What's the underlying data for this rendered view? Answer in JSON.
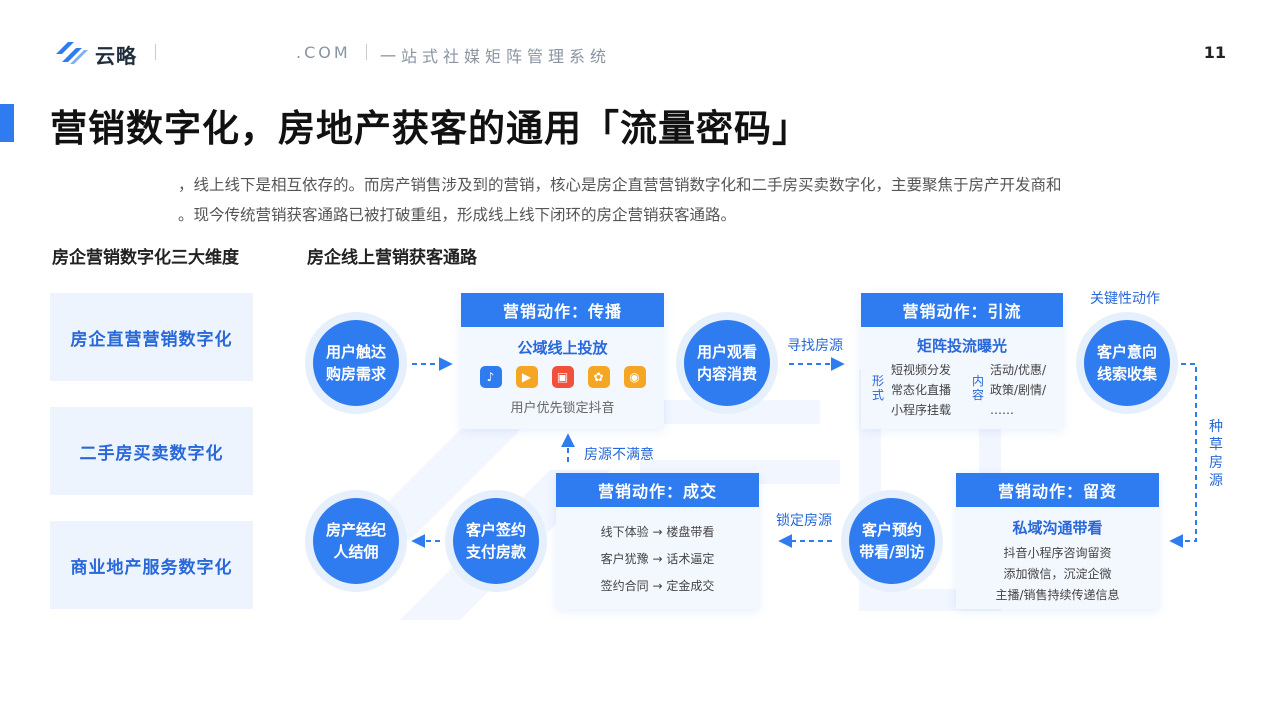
{
  "header": {
    "logo_text": "云略",
    "domain": ".COM",
    "slogan": "一站式社媒矩阵管理系统",
    "page_number": "11"
  },
  "title": "营销数字化，房地产获客的通用「流量密码」",
  "intro": {
    "line1": "，线上线下是相互依存的。而房产销售涉及到的营销，核心是房企直营营销数字化和二手房买卖数字化，主要聚焦于房产开发商和",
    "line2": "。现今传统营销获客通路已被打破重组，形成线上线下闭环的房企营销获客通路。"
  },
  "left_section": {
    "title": "房企营销数字化三大维度",
    "items": [
      "房企直营营销数字化",
      "二手房买卖数字化",
      "商业地产服务数字化"
    ]
  },
  "right_section": {
    "title": "房企线上营销获客通路"
  },
  "flow": {
    "circles": {
      "need": "用户触达购房需求",
      "watch": "用户观看内容消费",
      "intent": "客户意向线索收集",
      "visit": "客户预约带看/到访",
      "sign": "客户签约支付房款",
      "commission": "房产经纪人结佣"
    },
    "card_spread": {
      "head": "营销动作：传播",
      "sub": "公域线上投放",
      "note": "用户优先锁定抖音",
      "icons": [
        {
          "name": "douyin-icon",
          "glyph": "♪",
          "color": "#2f7cf0"
        },
        {
          "name": "kuaishou-icon",
          "glyph": "▶",
          "color": "#f5a623"
        },
        {
          "name": "xiaohongshu-icon",
          "glyph": "▣",
          "color": "#f0503c"
        },
        {
          "name": "butterfly-icon",
          "glyph": "✿",
          "color": "#f5a623"
        },
        {
          "name": "weibo-icon",
          "glyph": "◉",
          "color": "#f5a623"
        }
      ]
    },
    "card_traffic": {
      "head": "营销动作：引流",
      "sub": "矩阵投流曝光",
      "form_label": "形式",
      "form_items": [
        "短视频分发",
        "常态化直播",
        "小程序挂载"
      ],
      "content_label": "内容",
      "content_items": [
        "活动/优惠/",
        "政策/剧情/",
        "……"
      ]
    },
    "card_deal": {
      "head": "营销动作：成交",
      "lines": [
        "线下体验 → 楼盘带看",
        "客户犹豫 → 话术逼定",
        "签约合同 → 定金成交"
      ]
    },
    "card_retain": {
      "head": "营销动作：留资",
      "sub": "私域沟通带看",
      "lines": [
        "抖音小程序咨询留资",
        "添加微信，沉淀企微",
        "主播/销售持续传递信息"
      ]
    },
    "labels": {
      "find_source": "寻找房源",
      "key_action": "关键性动作",
      "seed_source": "种草房源",
      "lock_source": "锁定房源",
      "not_satisfied": "房源不满意"
    }
  },
  "colors": {
    "accent": "#2f7cf0",
    "accent_light": "#eef4fd",
    "text_blue": "#2868d8"
  }
}
